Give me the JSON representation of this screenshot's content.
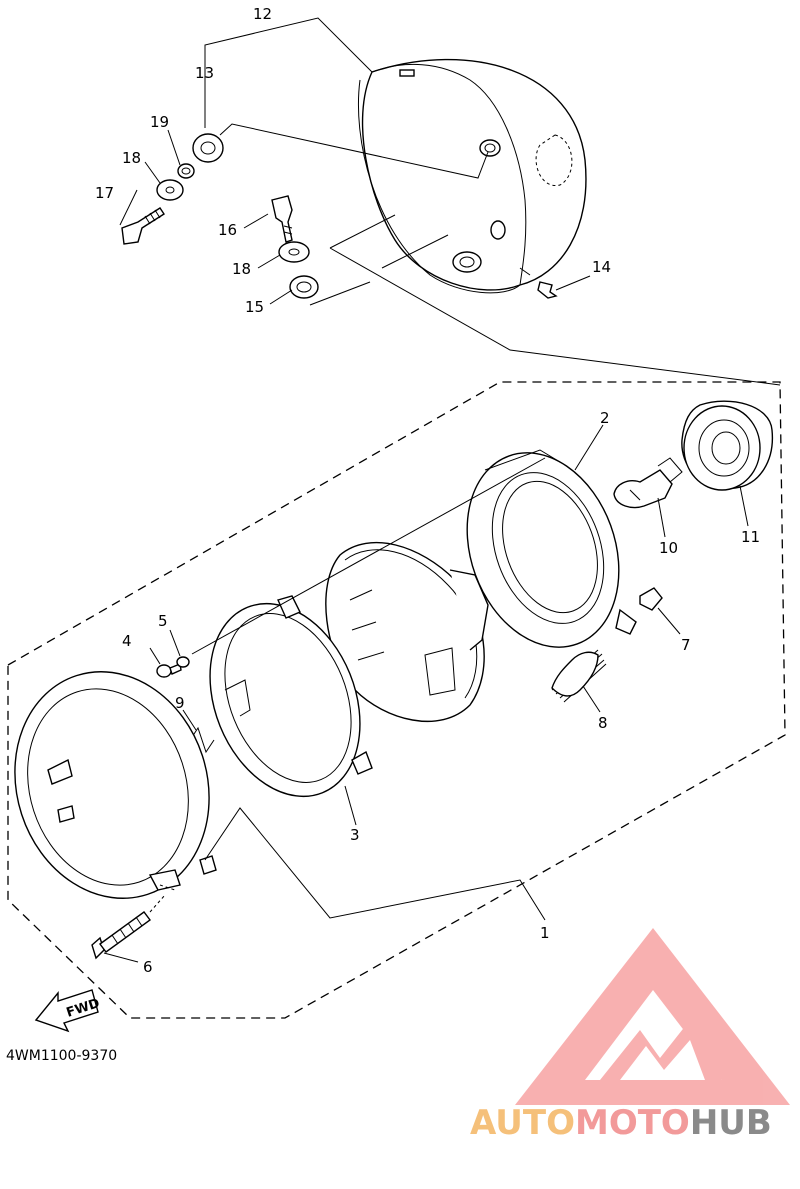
{
  "diagram": {
    "code": "4WM1100-9370",
    "direction_label": "FWD",
    "callouts": [
      "1",
      "2",
      "3",
      "4",
      "5",
      "6",
      "7",
      "8",
      "9",
      "10",
      "11",
      "12",
      "13",
      "14",
      "15",
      "16",
      "17",
      "18",
      "19"
    ],
    "callout_18_second": "18"
  },
  "watermark": {
    "text_part1": "AUTO",
    "text_part2": "MOTO",
    "text_part3": "HUB",
    "colors": {
      "auto": "#f5c07a",
      "moto": "#f29a9a",
      "hub": "#8a8a8a",
      "logo": "#f7a3a3"
    }
  }
}
